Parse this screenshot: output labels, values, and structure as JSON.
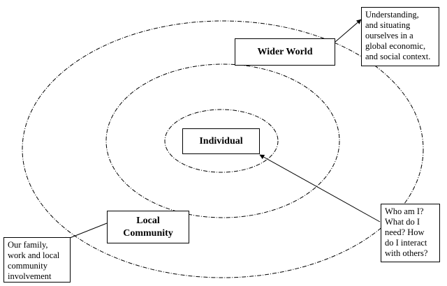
{
  "rings": [
    {
      "name": "Individual"
    },
    {
      "name": "Local Community"
    },
    {
      "name": "Wider World"
    }
  ],
  "labels": {
    "wider_world": "Wider World",
    "individual": "Individual",
    "local_line1": "Local",
    "local_line2": "Community"
  },
  "notes": {
    "wider_world": [
      "Understanding,",
      "and situating",
      "ourselves in a",
      "global economic,",
      "and social context."
    ],
    "individual": [
      "Who am I?",
      "What do I",
      "need? How",
      "do I interact",
      "with others?"
    ],
    "local": [
      "Our family,",
      "work and local",
      "community",
      "involvement"
    ]
  }
}
